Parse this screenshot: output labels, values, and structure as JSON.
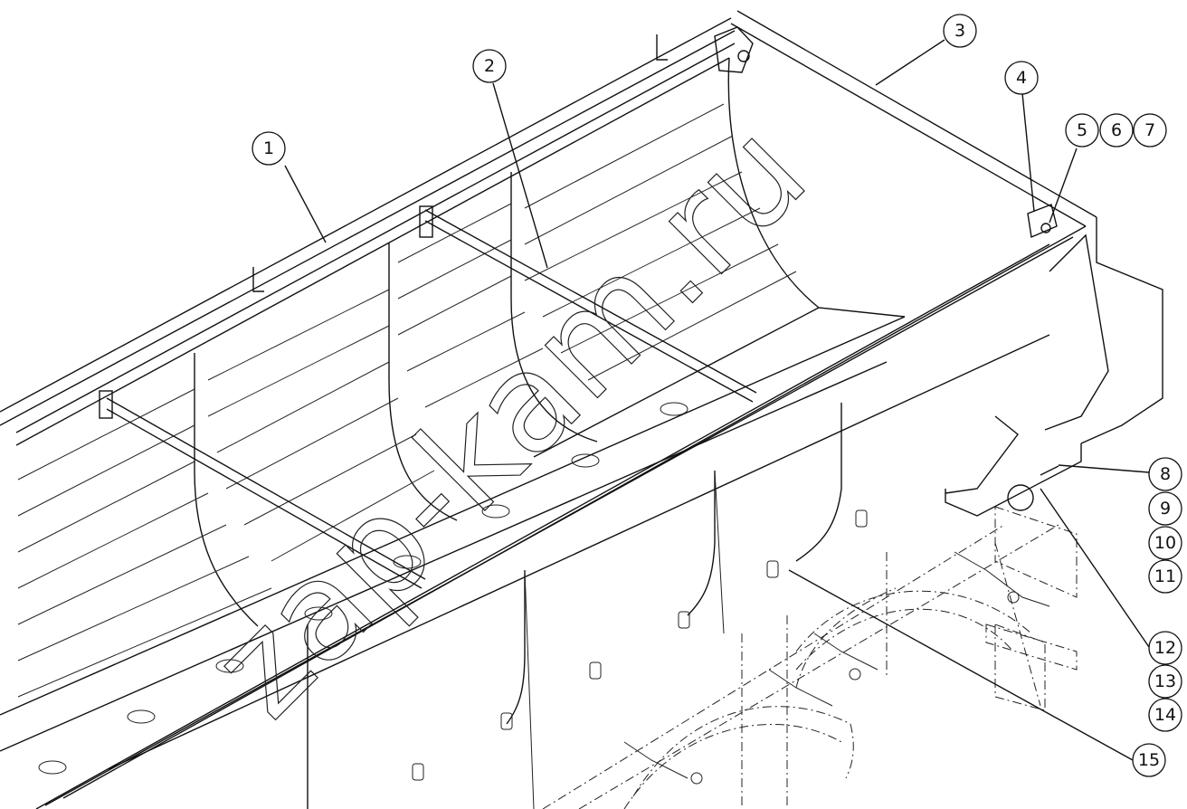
{
  "watermark": "zap-kam.ru",
  "callouts": [
    {
      "id": "c1",
      "label": "1"
    },
    {
      "id": "c2",
      "label": "2"
    },
    {
      "id": "c3",
      "label": "3"
    },
    {
      "id": "c4",
      "label": "4"
    },
    {
      "id": "c5",
      "label": "5"
    },
    {
      "id": "c6",
      "label": "6"
    },
    {
      "id": "c7",
      "label": "7"
    },
    {
      "id": "c8",
      "label": "8"
    },
    {
      "id": "c9",
      "label": "9"
    },
    {
      "id": "c10",
      "label": "10"
    },
    {
      "id": "c11",
      "label": "11"
    },
    {
      "id": "c12",
      "label": "12"
    },
    {
      "id": "c13",
      "label": "13"
    },
    {
      "id": "c14",
      "label": "14"
    },
    {
      "id": "c15",
      "label": "15"
    }
  ]
}
